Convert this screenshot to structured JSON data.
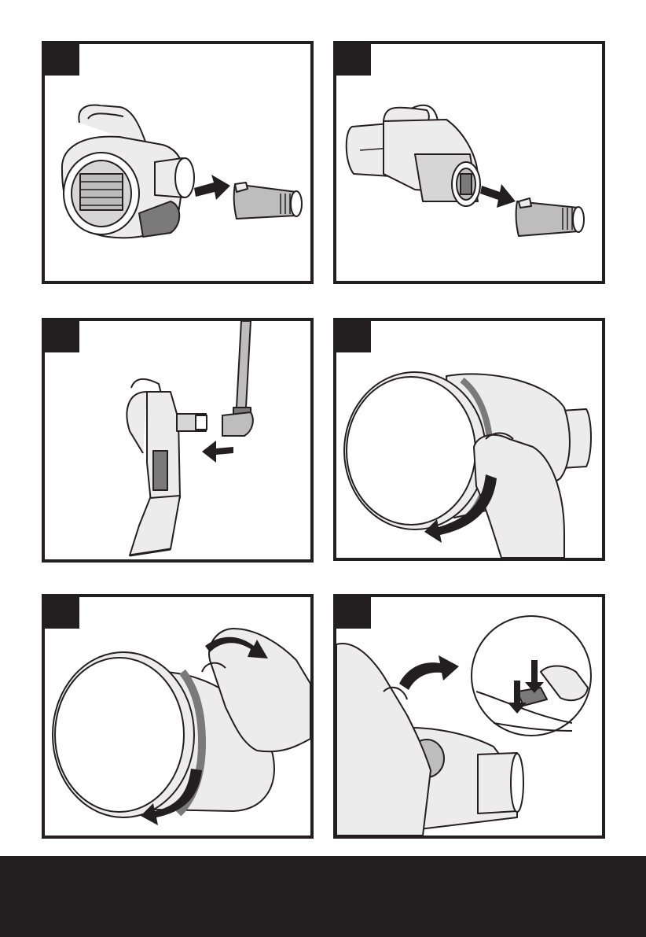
{
  "document": {
    "type": "instruction-illustrations",
    "panel_count": 6
  },
  "panels": [
    {
      "id": "fit-nozzle-blower"
    },
    {
      "id": "fit-nozzle-blower-side"
    },
    {
      "id": "fit-tube-vacuum"
    },
    {
      "id": "open-bag-buckle"
    },
    {
      "id": "rotate-bag-ring"
    },
    {
      "id": "press-bag-latch"
    }
  ],
  "colors": {
    "frame": "#231f20",
    "line": "#231f20",
    "fill_light": "#ececec",
    "fill_mid": "#bdbdbd",
    "fill_dark": "#7a7a7a",
    "background": "#ffffff"
  }
}
